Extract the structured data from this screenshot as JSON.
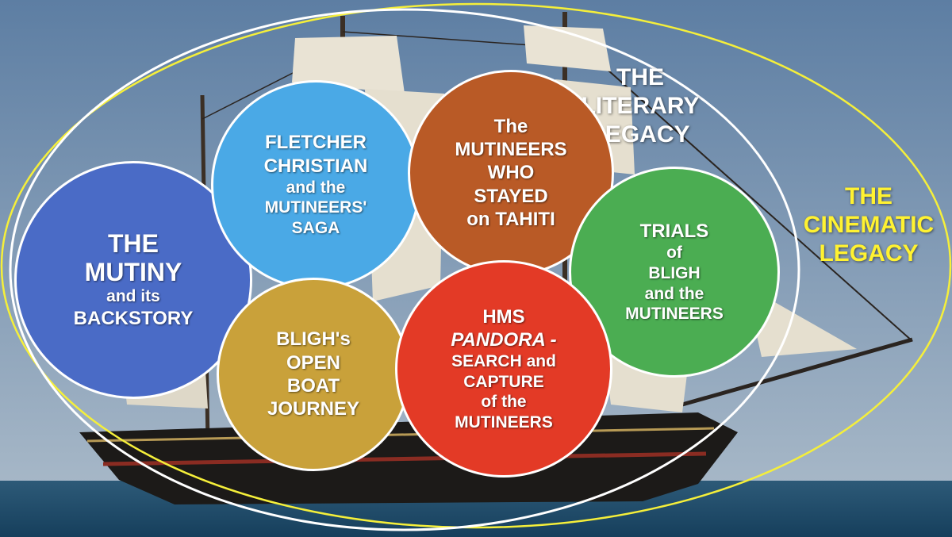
{
  "colors": {
    "sky_top": "#5f7fa2",
    "sky_bottom": "#a2b4c5",
    "sea": "#1f4d6c",
    "hull": "#1c1a18",
    "sail": "#e9e3d4",
    "white_ellipse": "#ffffff",
    "yellow_ellipse": "#f5ef3a",
    "literary_text": "#ffffff",
    "cinematic_text": "#fff231"
  },
  "outer_labels": {
    "literary": [
      "THE",
      "LITERARY",
      "LEGACY"
    ],
    "cinematic": [
      "THE",
      "CINEMATIC",
      "LEGACY"
    ]
  },
  "circles": {
    "mutiny": {
      "color": "#4a6bc6",
      "lines": [
        "THE",
        "MUTINY",
        "and its",
        "BACKSTORY"
      ]
    },
    "fletcher": {
      "color": "#4aa9e6",
      "lines": [
        "FLETCHER",
        "CHRISTIAN",
        "and the",
        "MUTINEERS'",
        "SAGA"
      ]
    },
    "tahiti": {
      "color": "#b95a26",
      "lines": [
        "The",
        "MUTINEERS",
        "WHO",
        "STAYED",
        "on TAHITI"
      ]
    },
    "trials": {
      "color": "#4bad52",
      "lines": [
        "TRIALS",
        "of",
        "BLIGH",
        "and the",
        "MUTINEERS"
      ]
    },
    "boat": {
      "color": "#c9a13a",
      "lines": [
        "BLIGH's",
        "OPEN",
        "BOAT",
        "JOURNEY"
      ]
    },
    "pandora": {
      "color": "#e33a26",
      "lines": [
        "HMS",
        "PANDORA -",
        "SEARCH and",
        "CAPTURE",
        "of the",
        "MUTINEERS"
      ]
    }
  }
}
